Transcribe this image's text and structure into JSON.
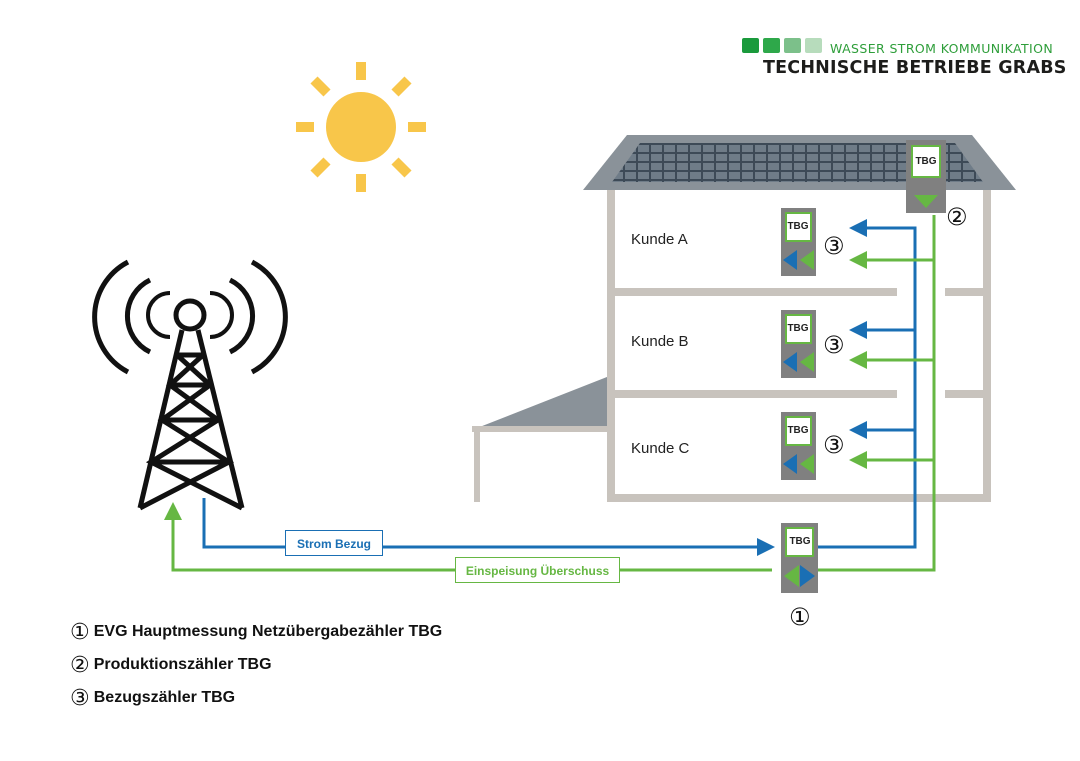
{
  "logo": {
    "tagline": "WASSER  STROM  KOMMUNIKATION",
    "name": "TECHNISCHE BETRIEBE GRABS",
    "squares": [
      "#1a9a3c",
      "#2ea84a",
      "#7cc08a",
      "#b7dcbc"
    ]
  },
  "customers": [
    "Kunde A",
    "Kunde B",
    "Kunde C"
  ],
  "flows": {
    "bezug": "Strom Bezug",
    "einspeisung": "Einspeisung Überschuss"
  },
  "meter_label": "TBG",
  "markers": {
    "one": "①",
    "two": "②",
    "three": "③"
  },
  "legend": [
    {
      "marker": "①",
      "text": "EVG Hauptmessung Netzübergabezähler TBG"
    },
    {
      "marker": "②",
      "text": "Produktionszähler TBG"
    },
    {
      "marker": "③",
      "text": "Bezugszähler TBG"
    }
  ],
  "colors": {
    "blue": "#1a6fb4",
    "green": "#66b743",
    "sun": "#f8c64a",
    "building": "#c8c3bd",
    "roof": "#8a9299",
    "meter": "#808080"
  }
}
